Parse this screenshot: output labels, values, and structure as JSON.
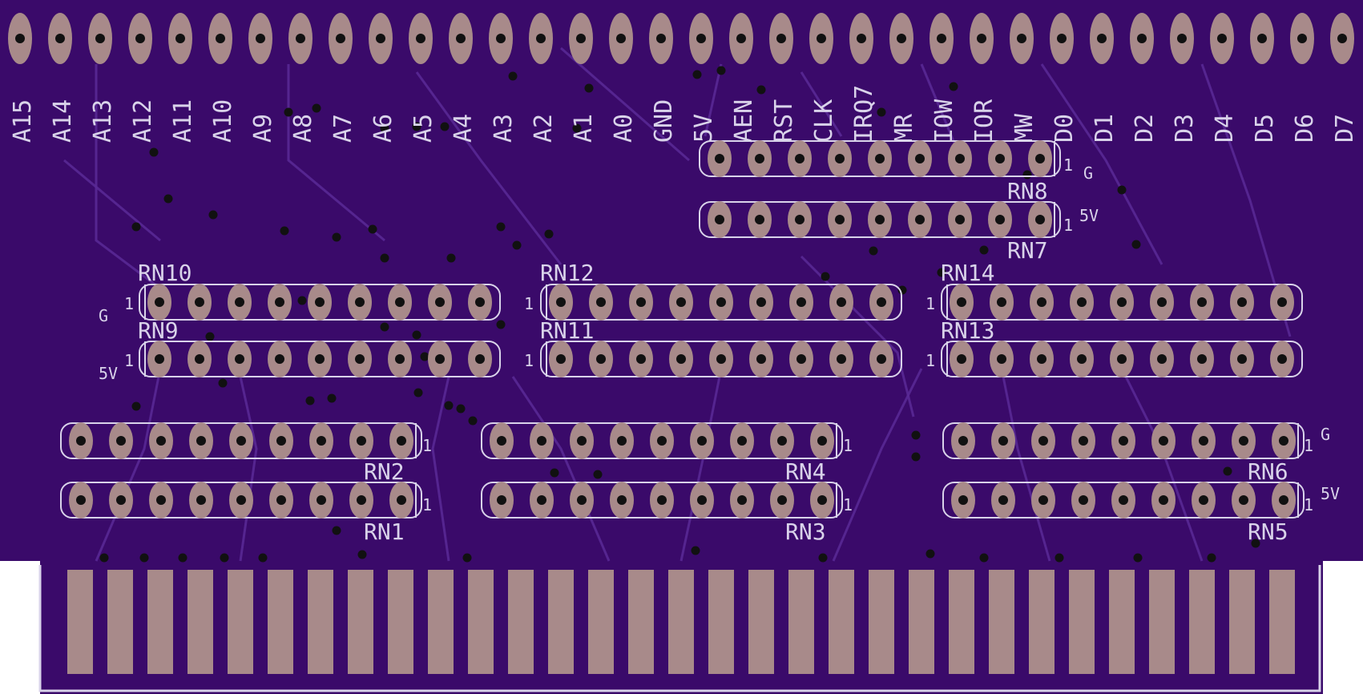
{
  "board": {
    "colors": {
      "board": "#3a0a6a",
      "board_edge": "#d9d3ea",
      "pad": "#a88a8a",
      "silkscreen": "#d9d3ea",
      "drill": "#111111",
      "trace": "#5a2a96",
      "background": "#ffffff"
    },
    "header_labels": [
      "A15",
      "A14",
      "A13",
      "A12",
      "A11",
      "A10",
      "A9",
      "A8",
      "A7",
      "A6",
      "A5",
      "A4",
      "A3",
      "A2",
      "A1",
      "A0",
      "GND",
      "5V",
      "AEN",
      "RST",
      "CLK",
      "IRQ7",
      "MR",
      "IOW",
      "IOR",
      "MW",
      "D0",
      "D1",
      "D2",
      "D3",
      "D4",
      "D5",
      "D6",
      "D7"
    ],
    "resistor_networks": [
      {
        "ref": "RN8",
        "pins": 9,
        "pin1_mark": "1",
        "net_label": "G"
      },
      {
        "ref": "RN7",
        "pins": 9,
        "pin1_mark": "1",
        "net_label": "5V"
      },
      {
        "ref": "RN10",
        "pins": 9,
        "pin1_mark": "1",
        "net_label": "G"
      },
      {
        "ref": "RN9",
        "pins": 9,
        "pin1_mark": "1",
        "net_label": "5V"
      },
      {
        "ref": "RN12",
        "pins": 9,
        "pin1_mark": "1",
        "net_label": ""
      },
      {
        "ref": "RN11",
        "pins": 9,
        "pin1_mark": "1",
        "net_label": ""
      },
      {
        "ref": "RN14",
        "pins": 9,
        "pin1_mark": "1",
        "net_label": ""
      },
      {
        "ref": "RN13",
        "pins": 9,
        "pin1_mark": "1",
        "net_label": ""
      },
      {
        "ref": "RN2",
        "pins": 9,
        "pin1_mark": "1",
        "net_label": ""
      },
      {
        "ref": "RN1",
        "pins": 9,
        "pin1_mark": "1",
        "net_label": ""
      },
      {
        "ref": "RN4",
        "pins": 9,
        "pin1_mark": "1",
        "net_label": ""
      },
      {
        "ref": "RN3",
        "pins": 9,
        "pin1_mark": "1",
        "net_label": ""
      },
      {
        "ref": "RN6",
        "pins": 9,
        "pin1_mark": "1",
        "net_label": "G"
      },
      {
        "ref": "RN5",
        "pins": 9,
        "pin1_mark": "1",
        "net_label": "5V"
      }
    ],
    "edge_fingers": 31
  }
}
